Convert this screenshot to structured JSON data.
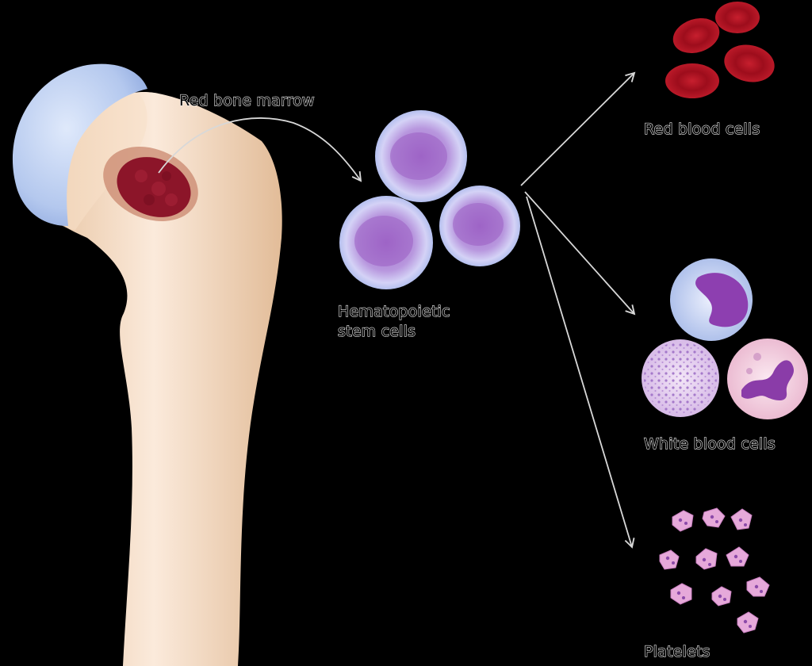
{
  "labels": {
    "red_bone_marrow": "Red bone marrow",
    "stem_cells_line1": "Hematopoietic",
    "stem_cells_line2": "stem cells",
    "red_blood_cells": "Red blood cells",
    "white_blood_cells": "White blood cells",
    "platelets": "Platelets"
  },
  "colors": {
    "background": "#000000",
    "bone": "#f3dcc4",
    "cartilage": "#b9cdf0",
    "marrow": "#8c1529",
    "stem_cell": "#c9c3ef",
    "red_cell": "#b5111f",
    "platelet": "#e6a9da"
  },
  "icons": [
    "femur-bone",
    "marrow-patch",
    "stem-cell",
    "red-blood-cell",
    "white-blood-cell",
    "platelet"
  ]
}
